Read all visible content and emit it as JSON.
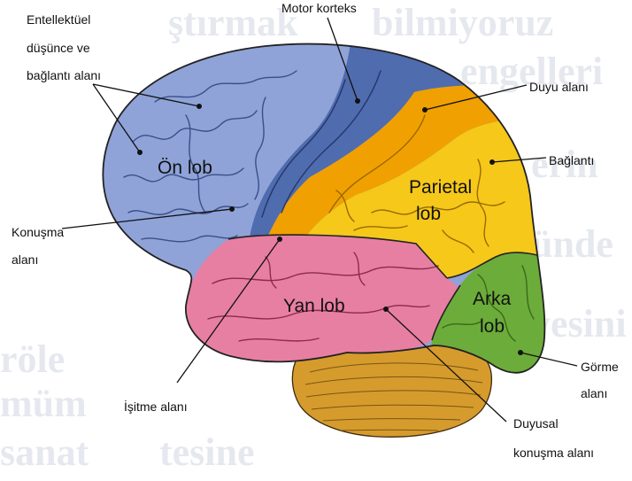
{
  "colors": {
    "frontal": "#8fa3d8",
    "motor": "#4f6cae",
    "sensory": "#f0a000",
    "parietal": "#f5c81a",
    "temporal": "#e77fa3",
    "occipital": "#6cac3a",
    "cerebellum": "#d69b2d",
    "outline": "#222222"
  },
  "lobes": {
    "frontal": "Ön lob",
    "parietal_1": "Parietal",
    "parietal_2": "lob",
    "temporal": "Yan lob",
    "occipital_1": "Arka",
    "occipital_2": "lob"
  },
  "labels": {
    "intellect_1": "Entellektüel",
    "intellect_2": "düşünce ve",
    "intellect_3": "bağlantı alanı",
    "motor": "Motor korteks",
    "sensory": "Duyu alanı",
    "association": "Bağlantı",
    "speech_1": "Konuşma",
    "speech_2": "alanı",
    "hearing": "İşitme alanı",
    "visual_1": "Görme",
    "visual_2": "alanı",
    "sensory_speech_1": "Duyusal",
    "sensory_speech_2": "konuşma alanı"
  }
}
